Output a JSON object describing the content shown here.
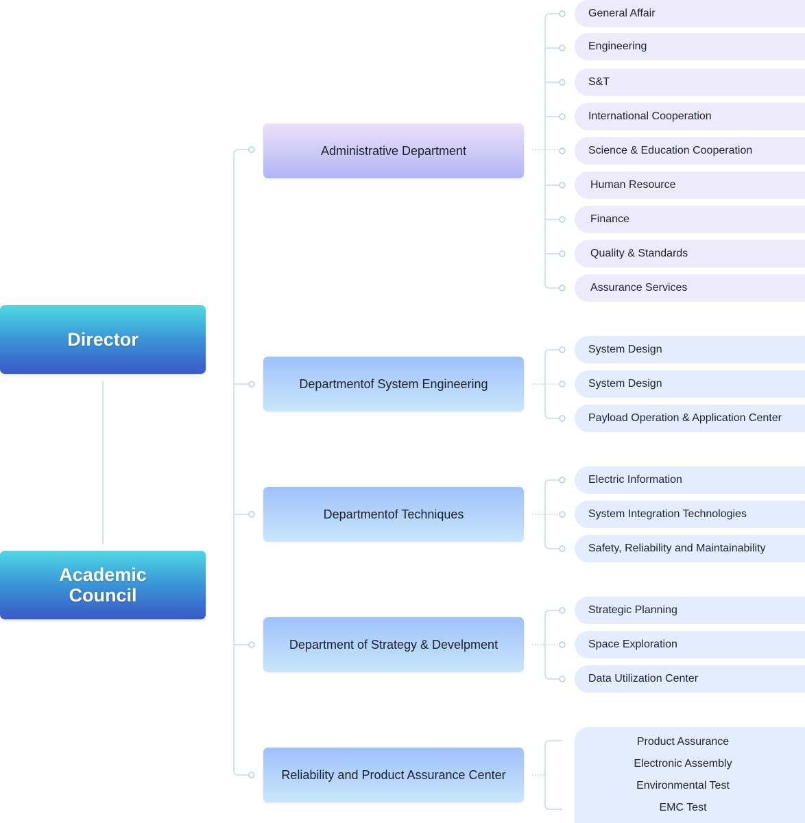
{
  "leadership": {
    "director": "Director",
    "council": "Academic Council"
  },
  "departments": [
    {
      "name": "Administrative Department",
      "units": [
        "General Affair",
        "Engineering",
        "S&T",
        "International Cooperation",
        "Science & Education Cooperation",
        "Human Resource",
        "Finance",
        "Quality & Standards",
        "Assurance Services"
      ]
    },
    {
      "name": "Departmentof System Engineering",
      "units": [
        "System Design",
        "System Design",
        "Payload Operation & Application Center"
      ]
    },
    {
      "name": "Departmentof Techniques",
      "units": [
        "Electric Information",
        "System Integration Technologies",
        "Safety, Reliability and Maintainability"
      ]
    },
    {
      "name": "Department of Strategy & Develpment",
      "units": [
        "Strategic Planning",
        "Space Exploration",
        "Data Utilization Center"
      ]
    },
    {
      "name": "Reliability and Product Assurance Center",
      "units": [
        "Product Assurance",
        "Electronic Assembly",
        "Environmental Test",
        "EMC Test"
      ]
    }
  ],
  "colors": {
    "lead_gradient": [
      "#4fd9e4",
      "#3b58c9"
    ],
    "admin_gradient": [
      "#ece1f8",
      "#b2b4f6"
    ],
    "tech_gradient": [
      "#9fc1fb",
      "#c8e6fb"
    ],
    "connector": "#c8d9ea",
    "connector_dot": "#b9cfe3"
  }
}
